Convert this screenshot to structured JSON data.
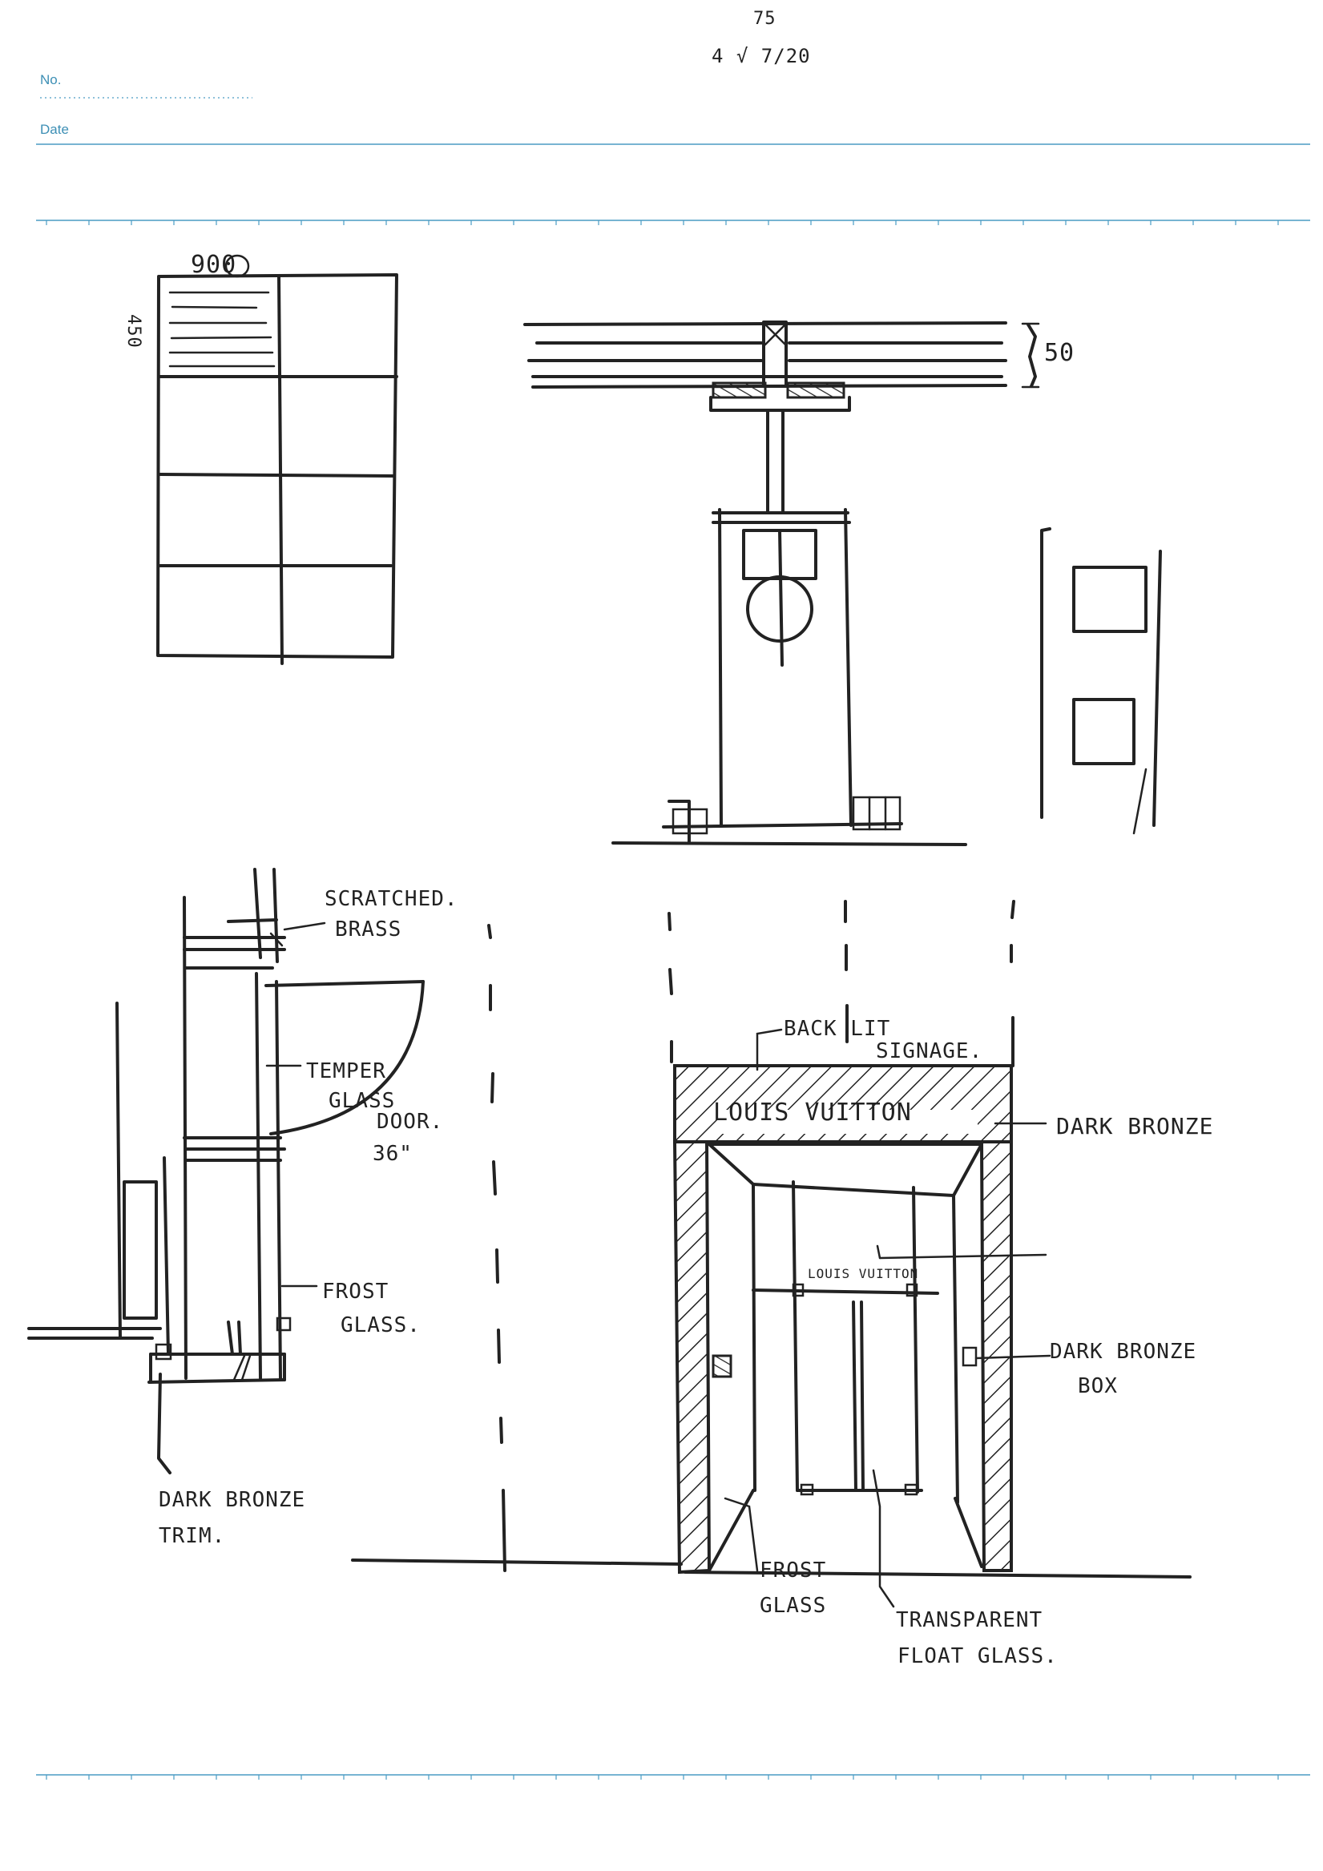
{
  "header": {
    "no_label": "No.",
    "date_label": "Date",
    "top_note_num": "75",
    "top_note_formula": "4 √ 7/20"
  },
  "colors": {
    "ruled_line": "#4a9cc4",
    "ink": "#222222",
    "paper": "#ffffff"
  },
  "annotations": {
    "width_900": "900",
    "height_450": "450",
    "depth_50": "50",
    "scratched_brass": [
      "SCRATCHED.",
      "BRASS"
    ],
    "temper_glass": [
      "TEMPER",
      "GLASS",
      "DOOR.",
      "36\""
    ],
    "frost_glass_left": [
      "FROST",
      "GLASS."
    ],
    "dark_bronze_trim": [
      "DARK BRONZE",
      "TRIM."
    ],
    "back_lit_signage": [
      "BACK LIT",
      "SIGNAGE."
    ],
    "dark_bronze_right": "DARK BRONZE",
    "dark_bronze_box": [
      "DARK BRONZE",
      "BOX"
    ],
    "frost_glass_bottom": [
      "FROST",
      "GLASS"
    ],
    "transparent_float": [
      "TRANSPARENT",
      "FLOAT GLASS."
    ],
    "sign_main": "LOUIS VUITTON",
    "sign_small": "LOUIS VUITTON"
  }
}
